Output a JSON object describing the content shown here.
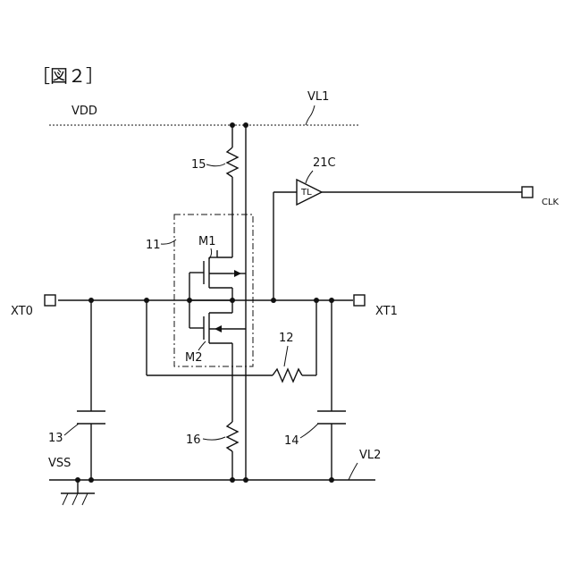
{
  "figure": {
    "title": "［図２］",
    "labels": {
      "vdd": "VDD",
      "vl1": "VL1",
      "vss": "VSS",
      "vl2": "VL2",
      "xt0": "XT0",
      "xt1": "XT1",
      "clk": "CLK",
      "buffer": "21C",
      "buffer_symbol": "TL",
      "block": "11",
      "m1": "M1",
      "m2": "M2",
      "r15": "15",
      "r16": "16",
      "r12": "12",
      "c13": "13",
      "c14": "14"
    }
  }
}
